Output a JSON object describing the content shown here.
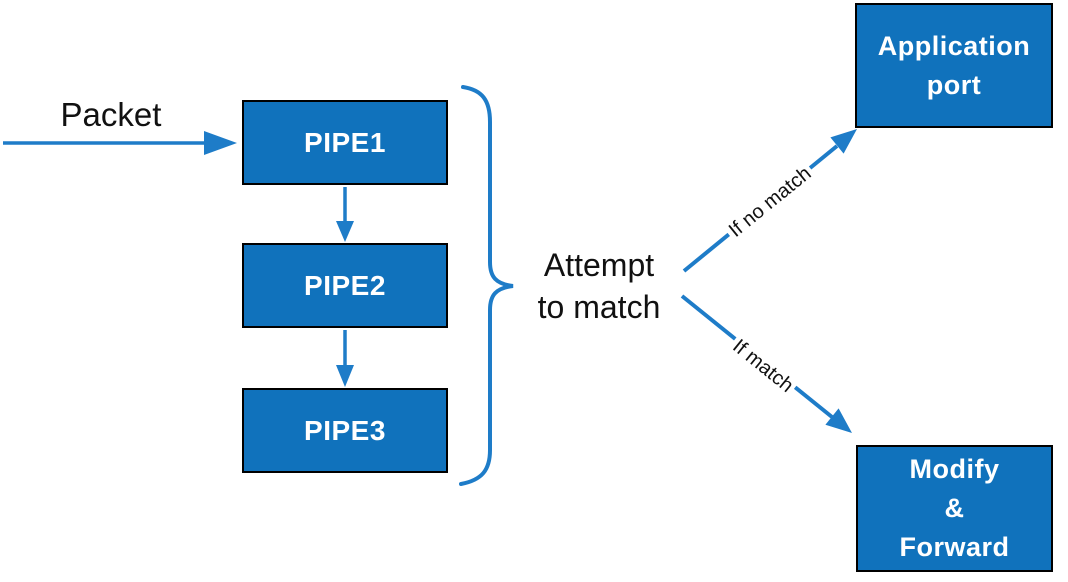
{
  "diagram": {
    "labels": {
      "packet": "Packet",
      "attempt": "Attempt\nto match",
      "if_no_match": "If no match",
      "if_match": "If match"
    },
    "pipes": [
      {
        "label": "PIPE1"
      },
      {
        "label": "PIPE2"
      },
      {
        "label": "PIPE3"
      }
    ],
    "targets": {
      "application_port": "Application\nport",
      "modify_forward": "Modify\n&\nForward"
    },
    "colors": {
      "box_fill": "#1072bc",
      "box_border": "#000000",
      "line_blue": "#1e7cc8",
      "box_text": "#ffffff",
      "label_text": "#111111"
    }
  }
}
